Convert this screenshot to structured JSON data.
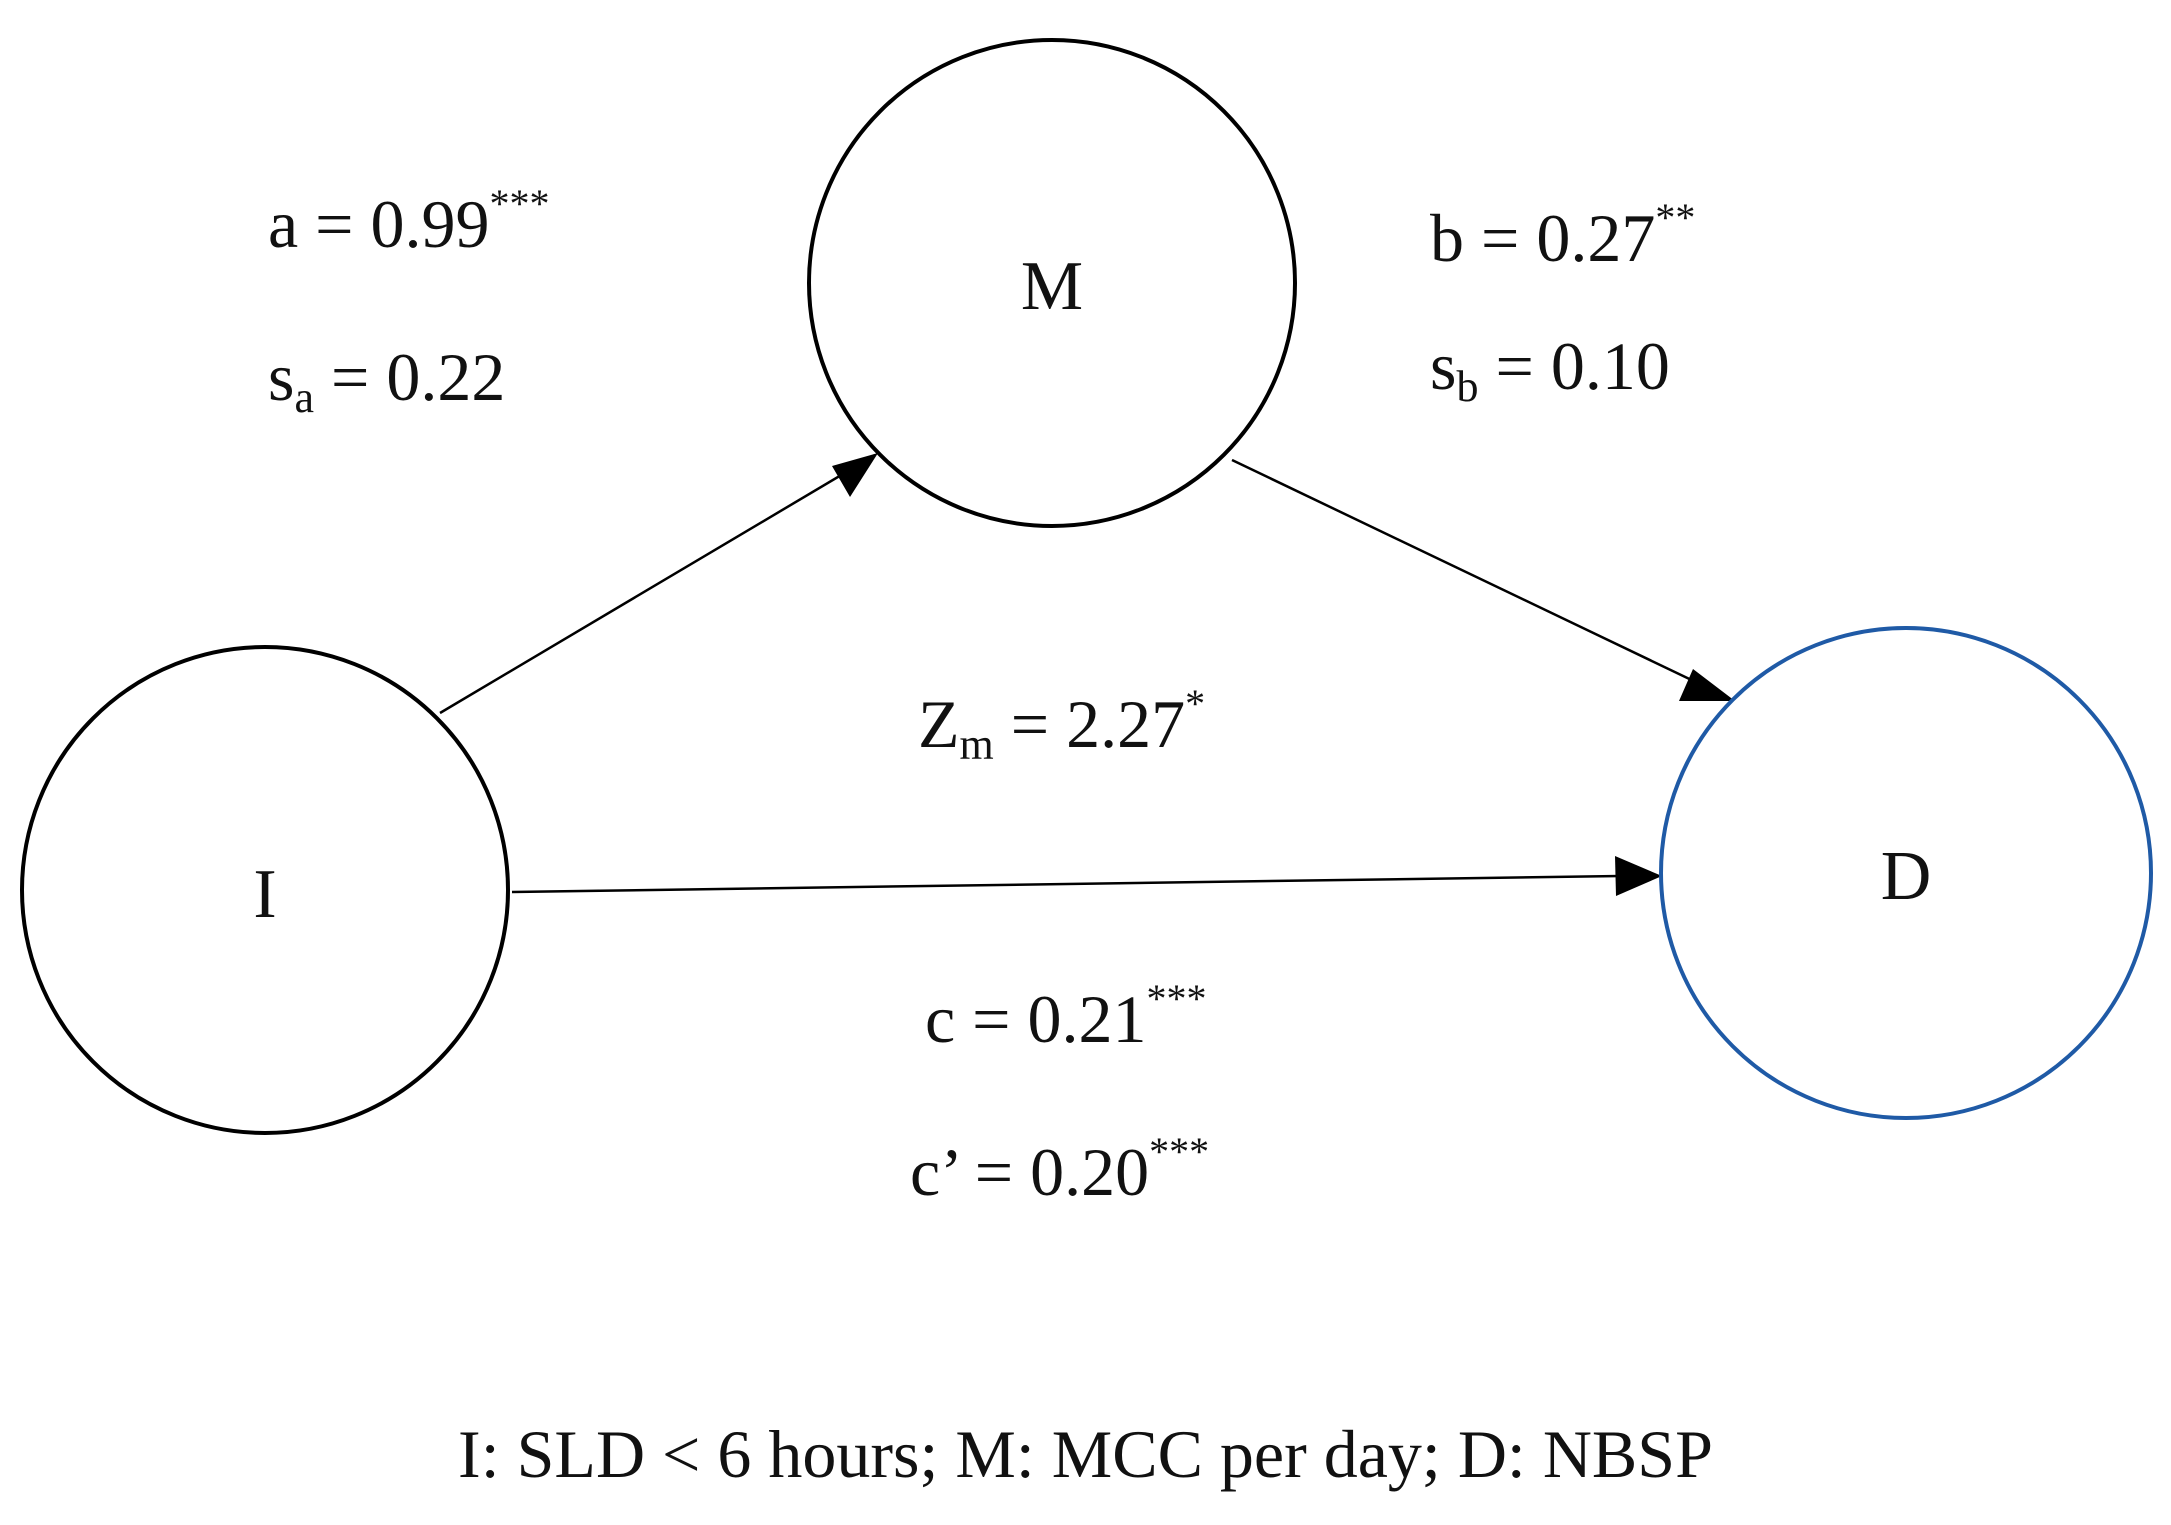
{
  "nodes": {
    "I": {
      "label": "I",
      "color": "#000000"
    },
    "M": {
      "label": "M",
      "color": "#000000"
    },
    "D": {
      "label": "D",
      "color": "#1f5aa6"
    }
  },
  "paths": {
    "a": {
      "text": "a = 0.99",
      "sig": "***"
    },
    "sa": {
      "base": "s",
      "sub": "a",
      "text": " = 0.22"
    },
    "b": {
      "text": "b = 0.27",
      "sig": "**"
    },
    "sb": {
      "base": "s",
      "sub": "b",
      "text": " = 0.10"
    },
    "zm": {
      "base": "Z",
      "sub": "m",
      "text": " = 2.27",
      "sig": "*"
    },
    "c": {
      "text": "c = 0.21",
      "sig": "***"
    },
    "c_prime": {
      "text": "c’ = 0.20",
      "sig": "***"
    }
  },
  "caption": "I: SLD < 6 hours; M: MCC per day; D: NBSP"
}
